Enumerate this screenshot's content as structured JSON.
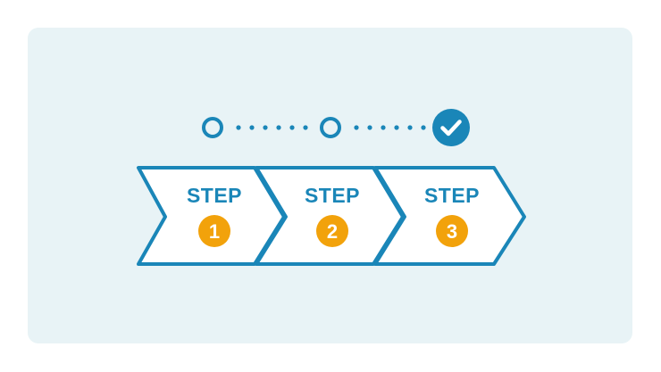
{
  "progress": {
    "nodes": [
      {
        "state": "pending"
      },
      {
        "state": "pending"
      },
      {
        "state": "complete"
      }
    ],
    "complete_icon": "check-icon"
  },
  "steps": [
    {
      "label": "STEP",
      "number": "1"
    },
    {
      "label": "STEP",
      "number": "2"
    },
    {
      "label": "STEP",
      "number": "3"
    }
  ],
  "colors": {
    "card_background": "#e8f3f6",
    "outline": "#1a86b8",
    "badge": "#f2a20b",
    "arrow_fill": "#ffffff"
  }
}
